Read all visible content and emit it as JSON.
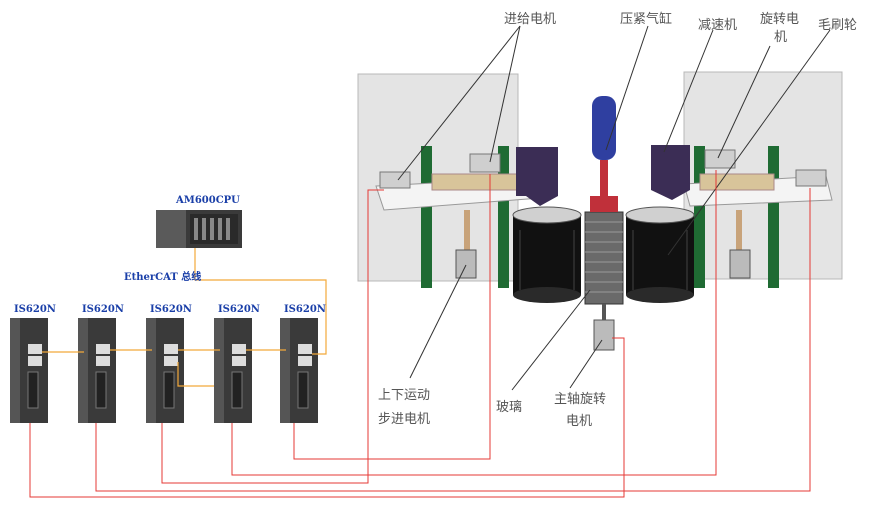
{
  "controller": {
    "name": "AM600CPU",
    "bus_label": "EtherCAT 总线"
  },
  "drives": [
    {
      "model": "IS620N"
    },
    {
      "model": "IS620N"
    },
    {
      "model": "IS620N"
    },
    {
      "model": "IS620N"
    },
    {
      "model": "IS620N"
    }
  ],
  "machine_labels": {
    "feed_motor": "进给电机",
    "press_cylinder": "压紧气缸",
    "reducer": "减速机",
    "rotary_motor_1": "旋转电",
    "rotary_motor_2": "机",
    "brush_wheel": "毛刷轮",
    "updown_stepper_1": "上下运动",
    "updown_stepper_2": "步进电机",
    "glass": "玻璃",
    "spindle_motor_1": "主轴旋转",
    "spindle_motor_2": "电机"
  },
  "colors": {
    "signal_line": "#e53935",
    "bus_line": "#f2a93b",
    "leader_line": "#333333",
    "panel": "#e4e4e4",
    "drive_body": "#3a3a3a",
    "green_post": "#1f6b33",
    "purple_block": "#3b2d55",
    "blue_cylinder": "#2f3fa0",
    "label_blue": "#1a3fa8"
  },
  "icons": [
    "plc-cpu-icon",
    "servo-drive-icon",
    "roller-icon",
    "cylinder-icon"
  ]
}
